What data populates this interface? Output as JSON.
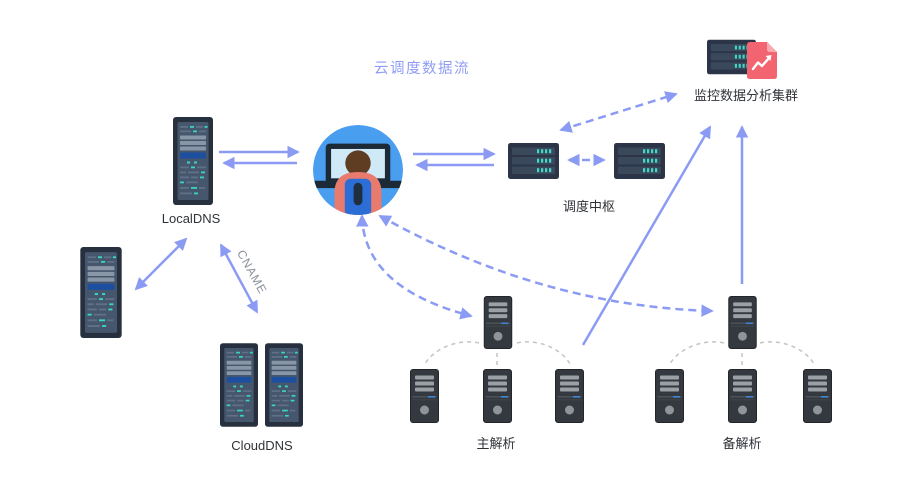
{
  "title": "云调度数据流",
  "nodes": {
    "localdns": {
      "label": "LocalDNS",
      "icon": "tower-server-icon"
    },
    "edge_tower": {
      "label": "",
      "icon": "tower-server-icon"
    },
    "clouddns": {
      "label": "CloudDNS",
      "icon": "tower-server-icon"
    },
    "operator": {
      "label": "",
      "icon": "operator-at-computer-icon"
    },
    "hub": {
      "label": "调度中枢",
      "icon": "rack-server-icon"
    },
    "monitor": {
      "label": "监控数据分析集群",
      "icon": "rack-server-with-report-icon"
    },
    "primary": {
      "label": "主解析",
      "icon": "tower-pc-icon"
    },
    "backup": {
      "label": "备解析",
      "icon": "tower-pc-icon"
    }
  },
  "edges": {
    "cname_label": "CNAME"
  },
  "colors": {
    "accent_arrow": "#8b9bf4",
    "title_text": "#8f9cf3",
    "label_text": "#2f3338",
    "cname_text": "#8a909b",
    "cluster_dash": "#c4c4c4",
    "tower_body": "#26303f",
    "tower_panel": "#46566c",
    "tower_blue_bar": "#1c4f9f",
    "led_teal": "#38d5c2",
    "rack_body": "#2b3547",
    "pc_body": "#34393f",
    "report_doc": "#f2646f",
    "avatar_circle": "#4a9ef0",
    "avatar_shirt": "#e87b6d",
    "avatar_chair": "#2c6ed5"
  }
}
